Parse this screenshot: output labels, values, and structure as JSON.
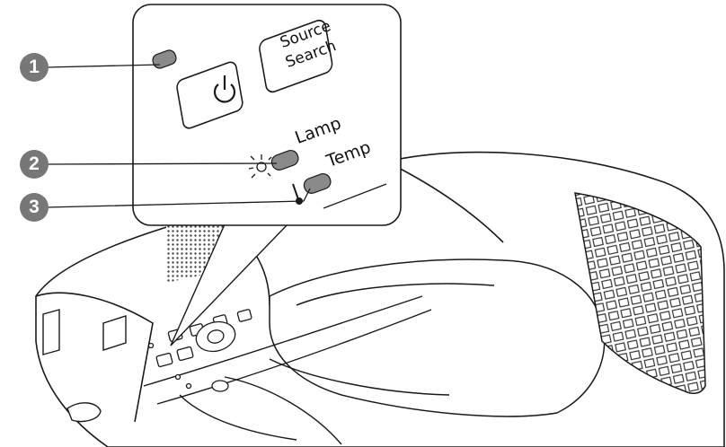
{
  "callouts": [
    "1",
    "2",
    "3"
  ],
  "panel": {
    "source_search_line1": "Source",
    "source_search_line2": "Search",
    "lamp_label": "Lamp",
    "temp_label": "Temp"
  },
  "icons": {
    "power": "power-icon",
    "lamp": "lamp-icon",
    "temp": "thermometer-icon"
  },
  "colors": {
    "indicator": "#8a8a8a",
    "callout": "#777777",
    "outline": "#1a1a1a"
  }
}
